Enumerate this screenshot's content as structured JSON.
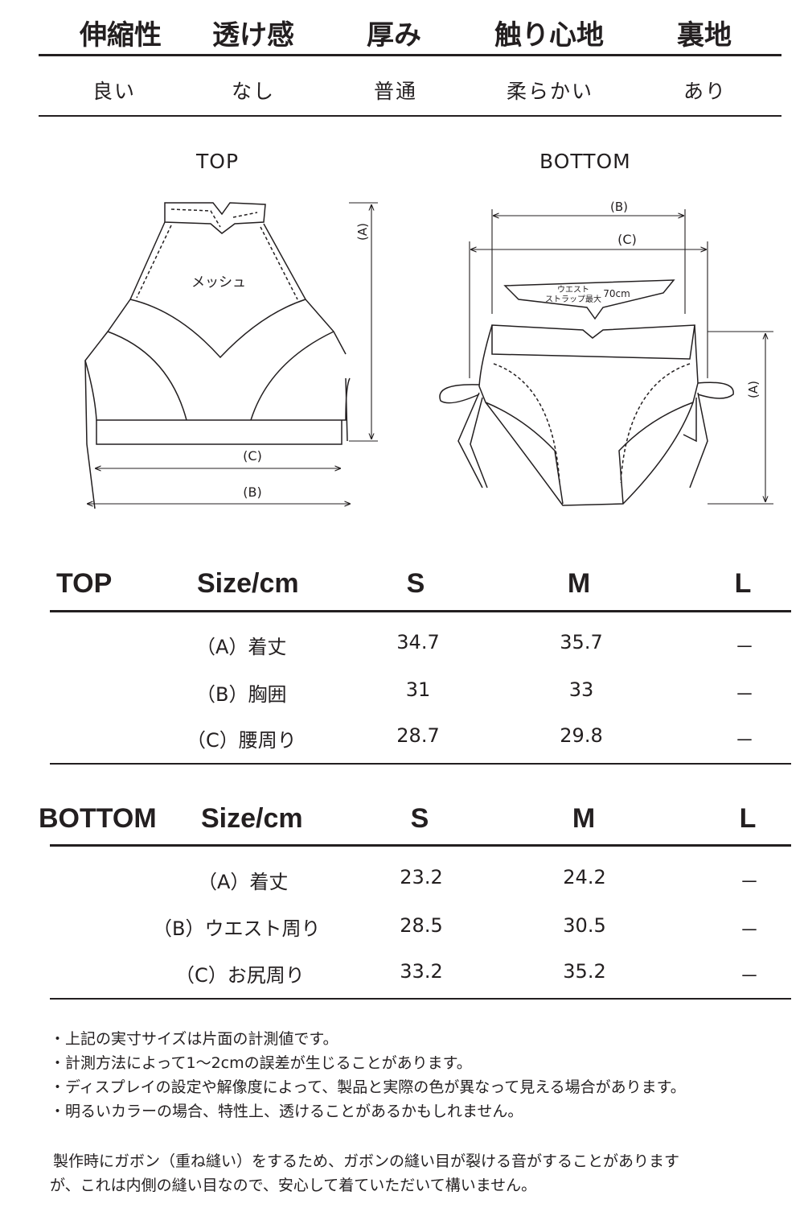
{
  "properties": {
    "headers": [
      "伸縮性",
      "透け感",
      "厚み",
      "触り心地",
      "裏地"
    ],
    "values": [
      "良い",
      "なし",
      "普通",
      "柔らかい",
      "あり"
    ]
  },
  "diagrams": {
    "top": {
      "title": "TOP",
      "mesh_label": "メッシュ",
      "dim_a": "(A)",
      "dim_b": "(B)",
      "dim_c": "(C)"
    },
    "bottom": {
      "title": "BOTTOM",
      "dim_a": "(A)",
      "dim_b": "(B)",
      "dim_c": "(C)",
      "strap_line1": "ウエスト",
      "strap_line2": "ストラップ最大",
      "strap_length": "70cm"
    }
  },
  "top_table": {
    "title": "TOP",
    "size_label": "Size/cm",
    "sizes": [
      "S",
      "M",
      "L"
    ],
    "rows": [
      {
        "label": "（A）着丈",
        "values": [
          "34.7",
          "35.7",
          "－"
        ]
      },
      {
        "label": "（B）胸囲",
        "values": [
          "31",
          "33",
          "－"
        ]
      },
      {
        "label": "（C）腰周り",
        "values": [
          "28.7",
          "29.8",
          "－"
        ]
      }
    ]
  },
  "bottom_table": {
    "title": "BOTTOM",
    "size_label": "Size/cm",
    "sizes": [
      "S",
      "M",
      "L"
    ],
    "rows": [
      {
        "label": "（A）着丈",
        "values": [
          "23.2",
          "24.2",
          "－"
        ]
      },
      {
        "label": "（B）ウエスト周り",
        "values": [
          "28.5",
          "30.5",
          "－"
        ]
      },
      {
        "label": "（C）お尻周り",
        "values": [
          "33.2",
          "35.2",
          "－"
        ]
      }
    ]
  },
  "notes": [
    "・上記の実寸サイズは片面の計測値です。",
    "・計測方法によって1～2cmの誤差が生じることがあります。",
    "・ディスプレイの設定や解像度によって、製品と実際の色が異なって見える場合があります。",
    "・明るいカラーの場合、特性上、透けることがあるかもしれません。"
  ],
  "paragraph": [
    "製作時にガボン（重ね縫い）をするため、ガボンの縫い目が裂ける音がすることがあります",
    "が、これは内側の縫い目なので、安心して着ていただいて構いません。"
  ]
}
